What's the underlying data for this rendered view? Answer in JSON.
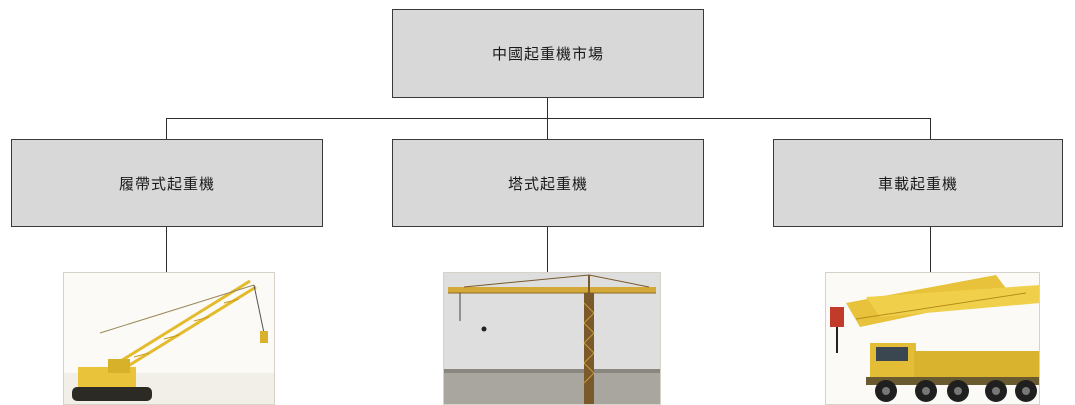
{
  "diagram": {
    "root": {
      "label": "中國起重機市場"
    },
    "children": [
      {
        "label": "履帶式起重機",
        "image": "crawler-crane-photo"
      },
      {
        "label": "塔式起重機",
        "image": "tower-crane-photo"
      },
      {
        "label": "車載起重機",
        "image": "truck-crane-photo"
      }
    ]
  },
  "colors": {
    "box_fill": "#d8d8d9",
    "box_border": "#3a3a3a",
    "connector": "#2d2d2d",
    "crane_yellow": "#e7c23a"
  }
}
